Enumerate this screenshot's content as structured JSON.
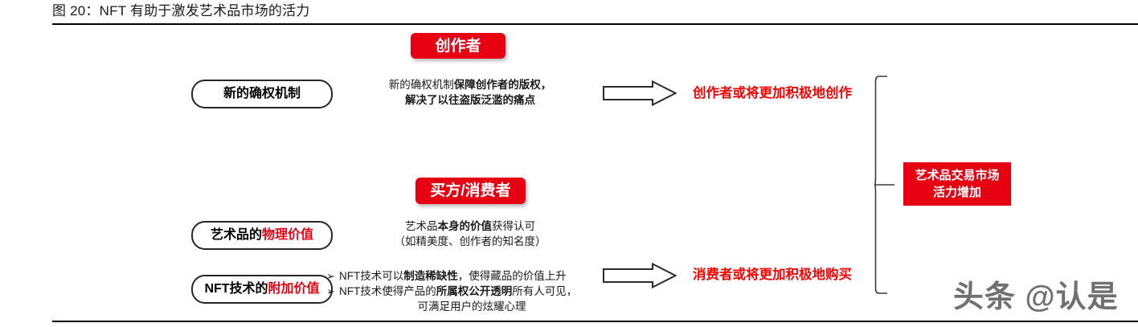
{
  "figure": {
    "title": "图 20：NFT 有助于激发艺术品市场的活力"
  },
  "sections": {
    "creator": {
      "pill_label": "创作者",
      "cap_box": {
        "text": "新的确权机制"
      },
      "description": {
        "line1_plain": "新的确权机制",
        "line1_bold": "保障创作者的版权，",
        "line2_bold": "解决了以往盗版泛滥的痛点"
      },
      "outcome": "创作者或将更加积极地创作"
    },
    "consumer": {
      "pill_label": "买方/消费者",
      "cap_box_physical": {
        "plain": "艺术品的",
        "highlight": "物理价值"
      },
      "cap_box_added": {
        "plain": "NFT技术的",
        "highlight": "附加价值"
      },
      "description_physical": {
        "line1_plain_a": "艺术品",
        "line1_bold": "本身的价值",
        "line1_plain_b": "获得认可",
        "line2": "（如精美度、创作者的知名度）"
      },
      "bullets": {
        "marker": "➢",
        "item1_plain_a": "NFT技术可以",
        "item1_bold": "制造稀缺性",
        "item1_plain_b": "，使得藏品的价值上升",
        "item2_plain_a": "NFT技术使得产品的",
        "item2_bold": "所属权公开透明",
        "item2_plain_b": "所有人可见，",
        "item2_line2": "可满足用户的炫耀心理"
      },
      "outcome": "消费者或将更加积极地购买"
    }
  },
  "result": {
    "line1": "艺术品交易市场",
    "line2": "活力增加"
  },
  "watermark": {
    "text": "头条 @认是"
  },
  "colors": {
    "brand_red": "#E60012",
    "outcome_red": "#FF0000",
    "outline_dark": "#262626",
    "rule_black": "#000000"
  }
}
